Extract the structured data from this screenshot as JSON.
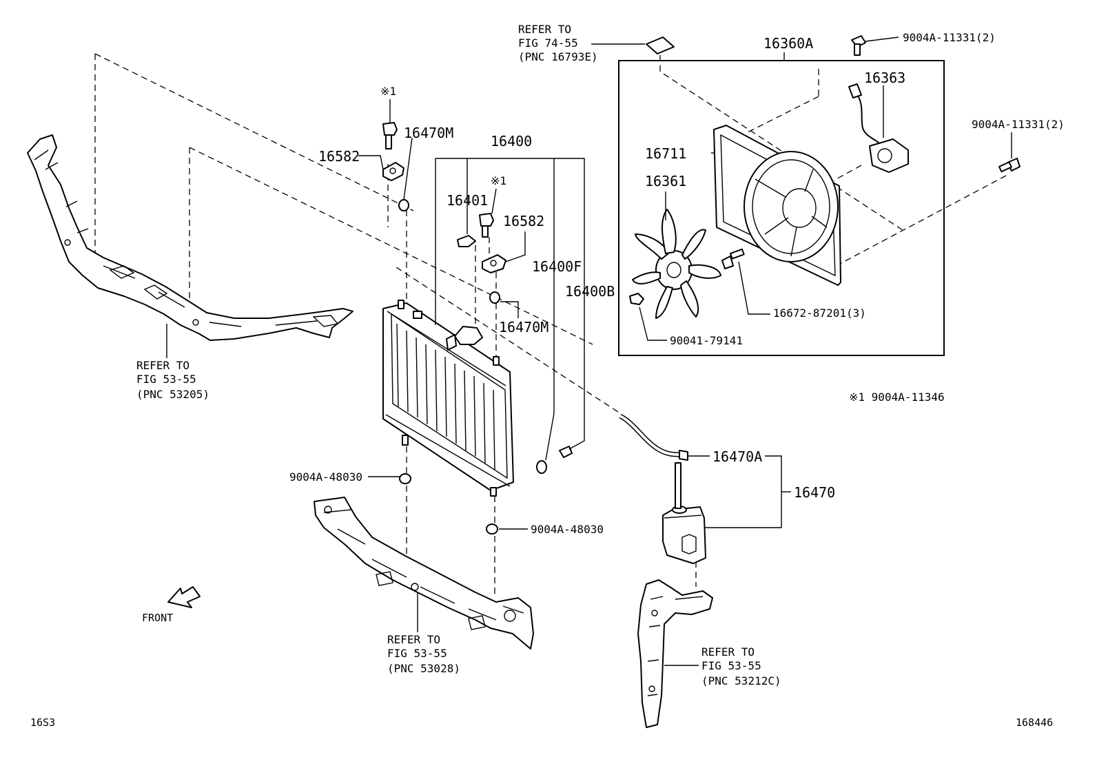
{
  "labels": {
    "refer_fig74_line1": "REFER TO",
    "refer_fig74_line2": "FIG 74-55",
    "refer_fig74_line3": "(PNC 16793E)",
    "fan_assy": "16360A",
    "bolt_top": "9004A-11331(2)",
    "bolt_right": "9004A-11331(2)",
    "fan_motor": "16363",
    "fan_shroud": "16711",
    "fan": "16361",
    "shroud_bolt": "16672-87201(3)",
    "fan_nut": "90041-79141",
    "note_mark_1": "※1",
    "note_mark_2": "※1",
    "note_footer": "※1 9004A-11346",
    "bracket_left": "16582",
    "bracket_mid": "16582",
    "cushion_upper": "16470M",
    "cushion_lower": "16470M",
    "radiator_assy": "16400",
    "cap": "16401",
    "drain_plug_f": "16400F",
    "drain_plug_b": "16400B",
    "cushion_bottom_left": "9004A-48030",
    "cushion_bottom_right": "9004A-48030",
    "reserve_hose": "16470A",
    "reserve_tank": "16470",
    "refer_53205_line1": "REFER TO",
    "refer_53205_line2": "FIG 53-55",
    "refer_53205_line3": "(PNC 53205)",
    "refer_53028_line1": "REFER TO",
    "refer_53028_line2": "FIG 53-55",
    "refer_53028_line3": "(PNC 53028)",
    "refer_53212_line1": "REFER TO",
    "refer_53212_line2": "FIG 53-55",
    "refer_53212_line3": "(PNC 53212C)",
    "front": "FRONT",
    "page_code": "16S3",
    "diagram_id": "168446"
  }
}
